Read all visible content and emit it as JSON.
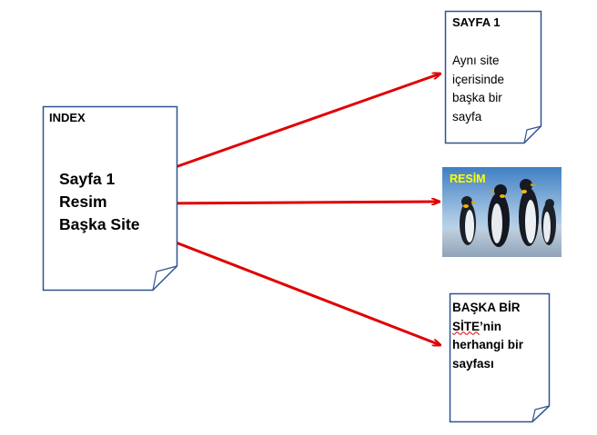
{
  "index_page": {
    "title": "INDEX",
    "links": [
      "Sayfa 1",
      "Resim",
      "Başka Site"
    ]
  },
  "sayfa1_page": {
    "title": "SAYFA 1",
    "lines": [
      "Aynı site",
      "içerisinde",
      "başka bir",
      "sayfa"
    ]
  },
  "image": {
    "label": "RESİM",
    "icon": "penguins-photo"
  },
  "other_site_page": {
    "line1": "BAŞKA  BİR",
    "line2_word": "SİTE",
    "line2_suffix": "’nin",
    "line3": "herhangi bir",
    "line4": "sayfası"
  },
  "colors": {
    "arrow": "#e00000",
    "page_border": "#2f528f"
  }
}
